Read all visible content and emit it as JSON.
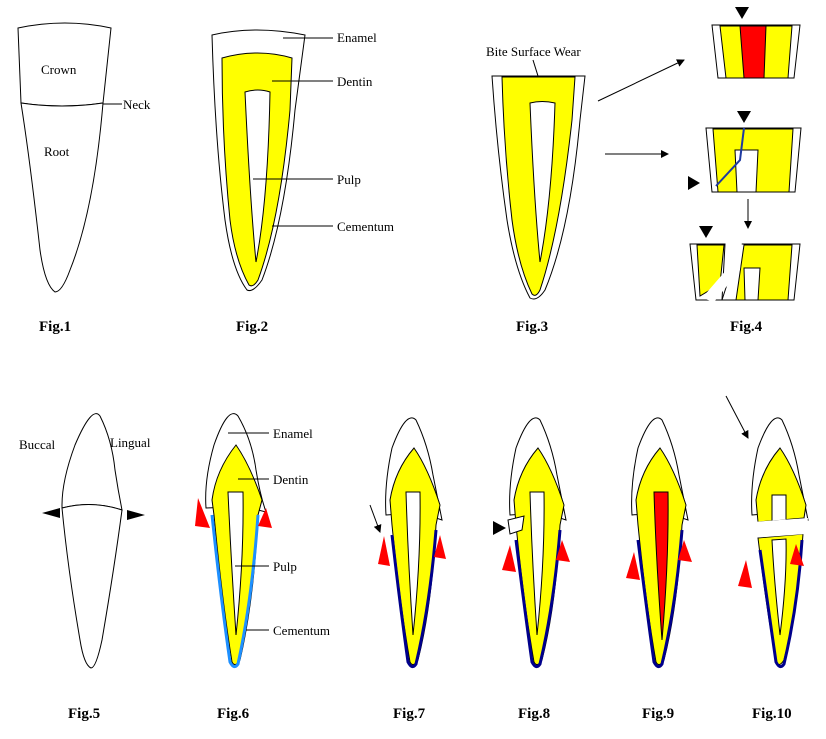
{
  "colors": {
    "dentin": "#ffff00",
    "pulp": "#ffffff",
    "enamel": "#ffffff",
    "exposed_pulp": "#ff0000",
    "gum_marker": "#ff0000",
    "cementum_blue": "#1e90ff",
    "cementum_dark": "#00008b",
    "outline": "#000000"
  },
  "figures": {
    "fig1": {
      "caption": "Fig.1",
      "labels": {
        "crown": "Crown",
        "neck": "Neck",
        "root": "Root"
      }
    },
    "fig2": {
      "caption": "Fig.2",
      "labels": {
        "enamel": "Enamel",
        "dentin": "Dentin",
        "pulp": "Pulp",
        "cementum": "Cementum"
      }
    },
    "fig3": {
      "caption": "Fig.3",
      "labels": {
        "wear": "Bite Surface Wear"
      }
    },
    "fig4": {
      "caption": "Fig.4"
    },
    "fig5": {
      "caption": "Fig.5",
      "labels": {
        "buccal": "Buccal",
        "lingual": "Lingual"
      }
    },
    "fig6": {
      "caption": "Fig.6",
      "labels": {
        "enamel": "Enamel",
        "dentin": "Dentin",
        "pulp": "Pulp",
        "cementum": "Cementum"
      }
    },
    "fig7": {
      "caption": "Fig.7"
    },
    "fig8": {
      "caption": "Fig.8"
    },
    "fig9": {
      "caption": "Fig.9"
    },
    "fig10": {
      "caption": "Fig.10"
    }
  }
}
